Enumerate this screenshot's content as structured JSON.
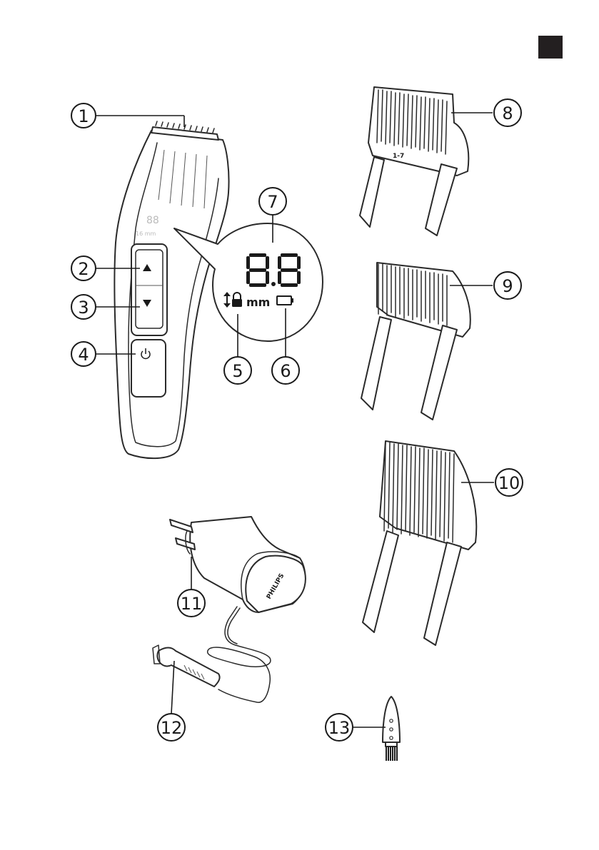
{
  "page": {
    "corner_tab_color": "#231f20"
  },
  "callouts": [
    {
      "num": "1"
    },
    {
      "num": "2"
    },
    {
      "num": "3"
    },
    {
      "num": "4"
    },
    {
      "num": "5"
    },
    {
      "num": "6"
    },
    {
      "num": "7"
    },
    {
      "num": "8"
    },
    {
      "num": "9"
    },
    {
      "num": "10"
    },
    {
      "num": "11"
    },
    {
      "num": "12"
    },
    {
      "num": "13"
    }
  ],
  "display": {
    "digits": "8.8",
    "unit": "mm"
  },
  "comb_small": {
    "range_label": "1-7"
  },
  "adapter": {
    "brand": "PHILIPS"
  },
  "icons": [
    "lock-icon",
    "up-down-arrow-icon",
    "battery-icon",
    "power-icon",
    "triangle-up-icon",
    "triangle-down-icon"
  ]
}
